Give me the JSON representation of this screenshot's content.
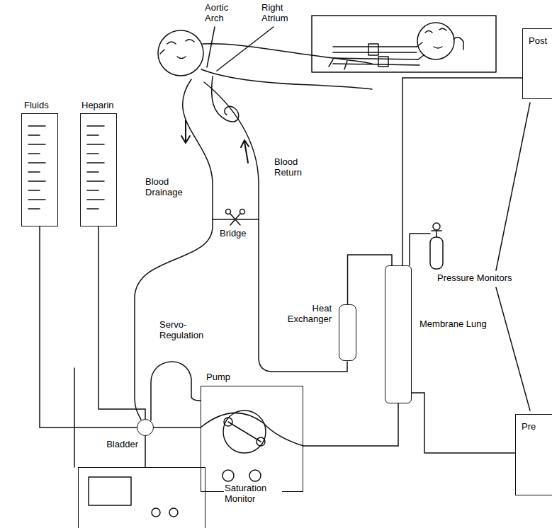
{
  "diagram": {
    "nodes": [
      {
        "text": [
          "Fluids"
        ]
      },
      {
        "text": [
          "Heparin"
        ]
      },
      {
        "text": [
          "Post"
        ]
      },
      {
        "text": [
          "Heat Exchanger"
        ]
      },
      {
        "text": [
          "Membrane Lung"
        ]
      },
      {
        "text": [
          "Pump"
        ]
      },
      {
        "text": [
          "Bladder"
        ]
      },
      {
        "text": [
          "Pre"
        ]
      },
      {
        "text": [
          "Saturation Monitor"
        ]
      }
    ],
    "edges": [
      {
        "from": 0,
        "to": 6,
        "arrow": "none"
      },
      {
        "from": 1,
        "to": 6,
        "arrow": "none"
      },
      {
        "from": 6,
        "to": 5,
        "arrow": "none"
      },
      {
        "from": 5,
        "to": 4,
        "arrow": "none"
      },
      {
        "from": 4,
        "to": 3,
        "arrow": "none"
      },
      {
        "from": 4,
        "to": 2,
        "arrow": "none"
      },
      {
        "from": 4,
        "to": 7,
        "arrow": "none"
      },
      {
        "from": 8,
        "to": 6,
        "arrow": "none"
      }
    ],
    "labels": [
      "Aortic Arch",
      "Right Atrium",
      "Blood Drainage",
      "Blood Return",
      "Bridge",
      "Servo-Regulation",
      "Pressure Monitors"
    ]
  }
}
